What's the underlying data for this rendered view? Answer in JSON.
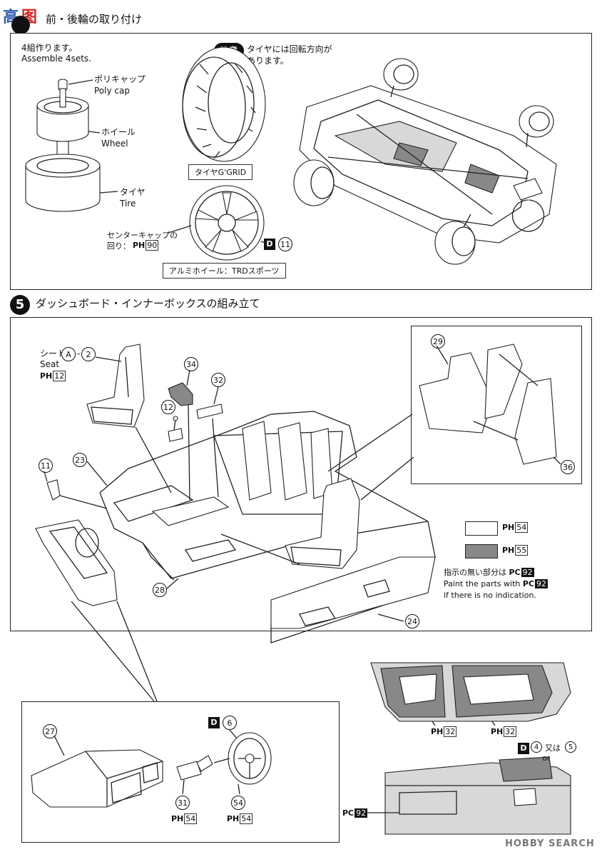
{
  "header": {
    "logo_text": "高",
    "logo_text2": "图",
    "step4_title": "前・後輪の取り付け"
  },
  "step4": {
    "note_jp": "4組作ります。",
    "note_en": "Assemble 4sets.",
    "poly_cap_jp": "ポリキャップ",
    "poly_cap_en": "Poly cap",
    "wheel_jp": "ホイール",
    "wheel_en": "Wheel",
    "tire_jp": "タイヤ",
    "tire_en": "Tire",
    "caution_badge": "注意",
    "caution_text_1": "タイヤには回転方向が",
    "caution_text_2": "あります。",
    "tire_label": "タイヤG'GRID",
    "center_cap_1": "センターキャップの",
    "center_cap_2": "回り：",
    "center_cap_paint": "PH",
    "center_cap_paint_num": "90",
    "wheel_part_letter": "D",
    "wheel_part_num": "11",
    "alloy_label": "アルミホイール：TRDスポーツ"
  },
  "step5": {
    "step_number": "5",
    "title": "ダッシュボード・インナーボックスの組み立て",
    "seat_jp": "シート",
    "seat_en": "Seat",
    "seat_part_a": "A",
    "seat_part_num": "2",
    "seat_paint": "PH",
    "seat_paint_num": "12",
    "parts": [
      "34",
      "32",
      "12",
      "11",
      "23",
      "28",
      "24",
      "29",
      "36",
      "27",
      "31",
      "54",
      "6"
    ],
    "legend_white_paint": "PH",
    "legend_white_num": "54",
    "legend_gray_paint": "PH",
    "legend_gray_num": "55",
    "no_indication_jp": "指示の無い部分は",
    "no_indication_paint": "PC",
    "no_indication_num": "92",
    "no_indication_en_1": "Paint the parts with",
    "no_indication_en_2": "if there is no indication.",
    "door_paint_1": "PH",
    "door_paint_1_num": "32",
    "door_paint_2": "PH",
    "door_paint_2_num": "32",
    "dash_variant_letter": "D",
    "dash_variant_a": "4",
    "dash_variant_or_jp": "又は",
    "dash_variant_b": "5",
    "dash_variant_or_en": "or",
    "dash_paint": "PC",
    "dash_paint_num": "92",
    "sub_part_d": "D",
    "sub_part_d_num": "6",
    "sub_paint_31": "PH",
    "sub_paint_31_num": "54",
    "sub_paint_54": "PH",
    "sub_paint_54_num": "54"
  },
  "watermark": "HOBBY SEARCH"
}
